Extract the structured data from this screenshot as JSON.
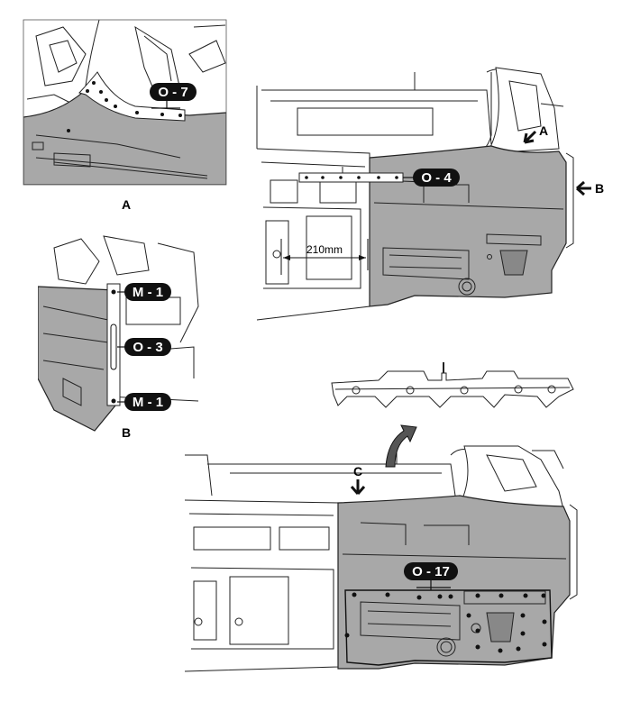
{
  "callouts": {
    "o7": "O - 7",
    "o4": "O - 4",
    "m1_top": "M - 1",
    "o3": "O - 3",
    "m1_bottom": "M - 1",
    "o17": "O - 17"
  },
  "captions": {
    "detail_a": "A",
    "detail_b": "B"
  },
  "view_markers": {
    "a": "A",
    "b": "B",
    "c": "C"
  },
  "dimension": "210mm",
  "colors": {
    "panel_fill": "#a8a8a8",
    "line": "#222222",
    "callout_fill": "#111111",
    "callout_text": "#ffffff"
  },
  "icons": [
    "arrow-icon",
    "curved-arrow-icon",
    "spot-weld-icon"
  ]
}
